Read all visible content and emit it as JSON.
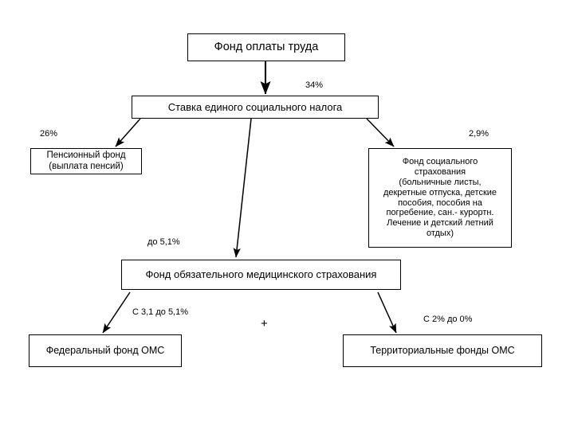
{
  "diagram": {
    "title": "Фонд оплаты труда",
    "type": "flowchart",
    "nodes": [
      {
        "id": "payroll-fund",
        "label": "Фонд оплаты труда"
      },
      {
        "id": "ust-rate",
        "label": "Ставка единого социального налога"
      },
      {
        "id": "pension-fund",
        "label": "Пенсионный фонд\n(выплата пенсий)"
      },
      {
        "id": "social-insurance",
        "label": "Фонд социального\nстрахования\n(больничные листы,\nдекретные отпуска, детские\nпособия, пособия на\nпогребение, сан.- курортн.\nЛечение и детский летний\nотдых)"
      },
      {
        "id": "oms-fund",
        "label": "Фонд обязательного медицинского страхования"
      },
      {
        "id": "federal-oms",
        "label": "Федеральный фонд ОМС"
      },
      {
        "id": "territorial-oms",
        "label": "Территориальные фонды ОМС"
      }
    ],
    "edge_labels": {
      "payroll_to_ust": "34%",
      "ust_to_pension": "26%",
      "ust_to_social": "2,9%",
      "ust_to_oms": "до 5,1%",
      "oms_to_federal": "С 3,1 до 5,1%",
      "oms_to_territorial": "С 2% до 0%",
      "connector": "+"
    },
    "colors": {
      "background": "#ffffff",
      "stroke": "#000000",
      "text": "#000000"
    }
  }
}
